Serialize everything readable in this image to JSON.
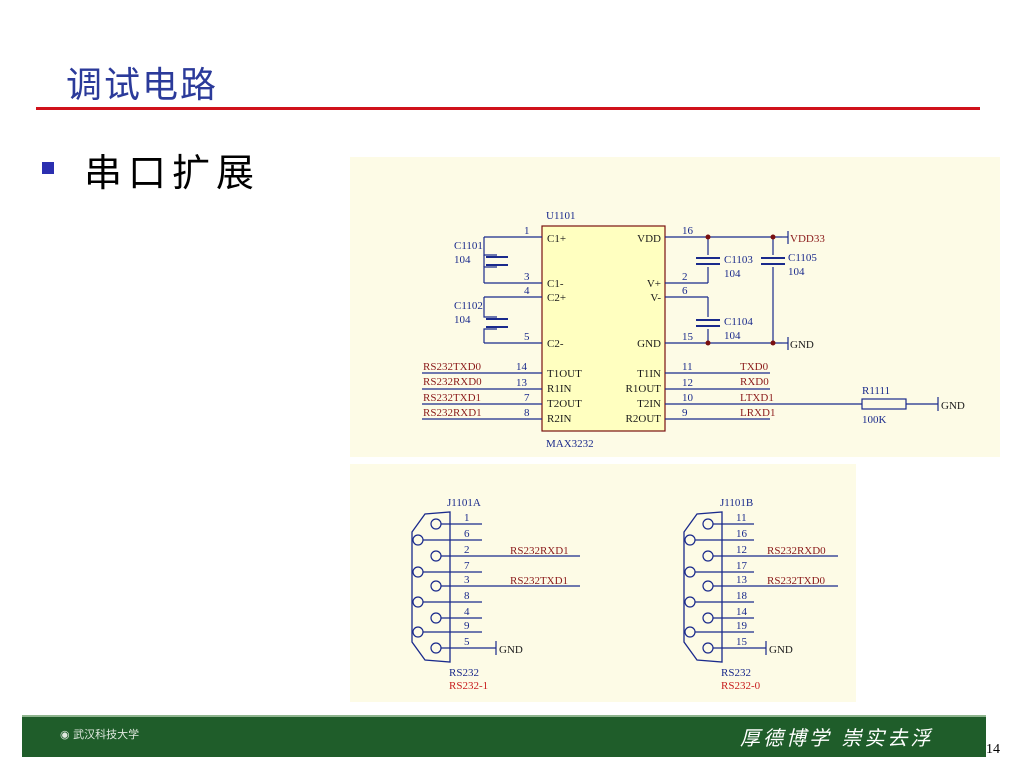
{
  "slide": {
    "title": "调试电路",
    "bullet": "串口扩展",
    "page_number": "14"
  },
  "footer": {
    "logo_text": "武汉科技大学",
    "motto": "厚德博学 崇实去浮"
  },
  "schematic_top": {
    "chip_ref": "U1101",
    "chip_part": "MAX3232",
    "left_pins": [
      {
        "num": "1",
        "label": "C1+"
      },
      {
        "num": "3",
        "label": "C1-"
      },
      {
        "num": "4",
        "label": "C2+"
      },
      {
        "num": "5",
        "label": "C2-"
      },
      {
        "num": "14",
        "label": "T1OUT"
      },
      {
        "num": "13",
        "label": "R1IN"
      },
      {
        "num": "7",
        "label": "T2OUT"
      },
      {
        "num": "8",
        "label": "R2IN"
      }
    ],
    "right_pins": [
      {
        "num": "16",
        "label": "VDD"
      },
      {
        "num": "2",
        "label": "V+"
      },
      {
        "num": "6",
        "label": "V-"
      },
      {
        "num": "15",
        "label": "GND"
      },
      {
        "num": "11",
        "label": "T1IN"
      },
      {
        "num": "12",
        "label": "R1OUT"
      },
      {
        "num": "10",
        "label": "T2IN"
      },
      {
        "num": "9",
        "label": "R2OUT"
      }
    ],
    "left_nets": [
      "RS232TXD0",
      "RS232RXD0",
      "RS232TXD1",
      "RS232RXD1"
    ],
    "right_nets": [
      "TXD0",
      "RXD0",
      "LTXD1",
      "LRXD1"
    ],
    "capacitors": [
      {
        "ref": "C1101",
        "value": "104"
      },
      {
        "ref": "C1102",
        "value": "104"
      },
      {
        "ref": "C1103",
        "value": "104"
      },
      {
        "ref": "C1105",
        "value": "104"
      },
      {
        "ref": "C1104",
        "value": "104"
      }
    ],
    "power_vdd": "VDD33",
    "power_gnd": "GND",
    "resistor": {
      "ref": "R1111",
      "value": "100K"
    },
    "resistor_gnd": "GND"
  },
  "schematic_bottom": {
    "left": {
      "ref": "J1101A",
      "pins": [
        "1",
        "6",
        "2",
        "7",
        "3",
        "8",
        "4",
        "9",
        "5"
      ],
      "net_pin2": "RS232RXD1",
      "net_pin3": "RS232TXD1",
      "gnd": "GND",
      "type": "RS232",
      "name": "RS232-1"
    },
    "right": {
      "ref": "J1101B",
      "pins": [
        "11",
        "16",
        "12",
        "17",
        "13",
        "18",
        "14",
        "19",
        "15"
      ],
      "net_pin12": "RS232RXD0",
      "net_pin13": "RS232TXD0",
      "gnd": "GND",
      "type": "RS232",
      "name": "RS232-0"
    }
  },
  "colors": {
    "title": "#2b3a9a",
    "rule": "#d0121b",
    "wire": "#1a2a8c",
    "net_label": "#8b1a1a",
    "chip_fill": "#ffffc0",
    "panel": "#fdfbe6",
    "footer": "#1f5d2a"
  }
}
